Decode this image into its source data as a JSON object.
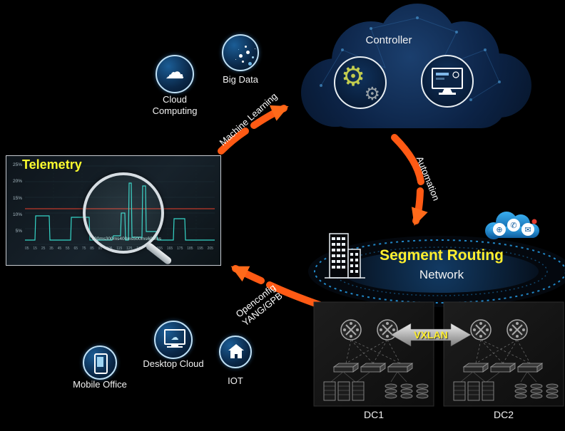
{
  "colors": {
    "accent_orange": "#ff5a14",
    "highlight_yellow": "#ffef2e",
    "icon_blue": "#bfe0f5",
    "chart_teal": "#35d6c8",
    "chart_red": "#c0392b"
  },
  "controller": {
    "label": "Controller"
  },
  "top_icons": {
    "cloud_computing": {
      "label": "Cloud Computing"
    },
    "big_data": {
      "label": "Big Data"
    }
  },
  "flows": {
    "machine_learning": "Machine Learning",
    "automation": "Automation",
    "openconfig_line1": "Openconfig",
    "openconfig_line2": "YANG/GPB"
  },
  "telemetry": {
    "title": "Telemetry",
    "y_ticks": [
      "25%",
      "20%",
      "15%",
      "10%",
      "5%"
    ],
    "x_ticks": [
      "05",
      "15",
      "25",
      "35",
      "45",
      "55",
      "65",
      "75",
      "85",
      "95",
      "105",
      "115",
      "125",
      "135",
      "145",
      "155",
      "165",
      "175",
      "185",
      "195",
      "205"
    ],
    "magnifier_labels": [
      "00ms",
      "300ms",
      "400ms",
      "500ms",
      "600ms"
    ]
  },
  "segment_routing": {
    "title": "Segment Routing",
    "subtitle": "Network"
  },
  "bottom_icons": {
    "mobile_office": {
      "label": "Mobile Office"
    },
    "desktop_cloud": {
      "label": "Desktop Cloud"
    },
    "iot": {
      "label": "IOT"
    }
  },
  "datacenters": {
    "vxlan_label": "VXLAN",
    "dc1": "DC1",
    "dc2": "DC2"
  }
}
